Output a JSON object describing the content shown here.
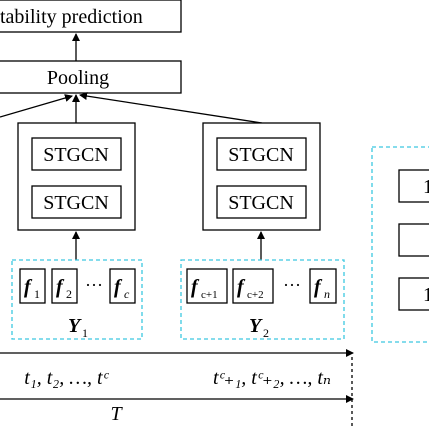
{
  "top_box": {
    "label": "tability prediction"
  },
  "pooling": {
    "label": "Pooling"
  },
  "module_1": {
    "layers": [
      "STGCN",
      "STGCN"
    ],
    "features": [
      {
        "base": "f",
        "sub": "1"
      },
      {
        "base": "f",
        "sub": "2"
      },
      {
        "base": "f",
        "sub": "c"
      }
    ],
    "ellipsis": "···",
    "group_label": {
      "base": "Y",
      "sub": "1"
    }
  },
  "module_2": {
    "layers": [
      "STGCN",
      "STGCN"
    ],
    "features": [
      {
        "base": "f",
        "sub": "c+1"
      },
      {
        "base": "f",
        "sub": "c+2"
      },
      {
        "base": "f",
        "sub": "n"
      }
    ],
    "ellipsis": "···",
    "group_label": {
      "base": "Y",
      "sub": "2"
    }
  },
  "right_partial_boxes": [
    {
      "label": "1"
    },
    {
      "label": ""
    },
    {
      "label": "1"
    }
  ],
  "timeline": {
    "segment_1": "t₁, t₂, …, tᶜ",
    "segment_2": "tᶜ₊₁, tᶜ₊₂, …, tₙ",
    "total_label": "T"
  },
  "colors": {
    "stroke": "#000000",
    "dashed_group": "#3cc8e0",
    "background": "#ffffff"
  }
}
